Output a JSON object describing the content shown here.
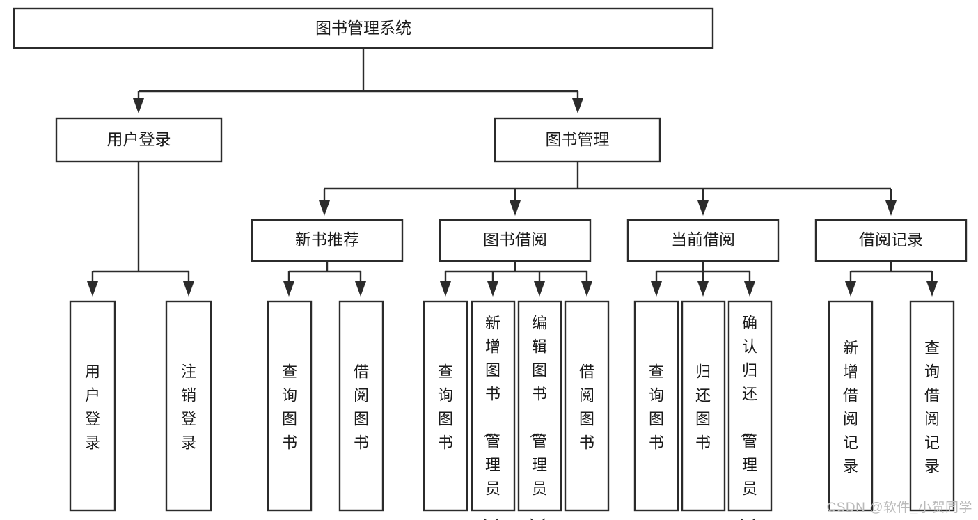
{
  "diagram": {
    "type": "hierarchy-tree",
    "title": "图书管理系统",
    "watermark": "CSDN @软件_小贺同学",
    "colors": {
      "stroke": "#2b2b2b",
      "fill": "#ffffff",
      "text": "#1a1a1a",
      "watermark": "#b9b9b9"
    },
    "root": {
      "label": "图书管理系统",
      "orientation": "horizontal"
    },
    "level2": [
      {
        "label": "用户登录",
        "orientation": "horizontal"
      },
      {
        "label": "图书管理",
        "orientation": "horizontal"
      }
    ],
    "level3": [
      {
        "label": "新书推荐",
        "orientation": "horizontal",
        "parent": "图书管理"
      },
      {
        "label": "图书借阅",
        "orientation": "horizontal",
        "parent": "图书管理"
      },
      {
        "label": "当前借阅",
        "orientation": "horizontal",
        "parent": "图书管理"
      },
      {
        "label": "借阅记录",
        "orientation": "horizontal",
        "parent": "图书管理"
      }
    ],
    "leaves": {
      "用户登录": [
        {
          "label": "用户登录",
          "orientation": "vertical"
        },
        {
          "label": "注销登录",
          "orientation": "vertical"
        }
      ],
      "新书推荐": [
        {
          "label": "查询图书",
          "orientation": "vertical"
        },
        {
          "label": "借阅图书",
          "orientation": "vertical"
        }
      ],
      "图书借阅": [
        {
          "label": "查询图书",
          "orientation": "vertical"
        },
        {
          "label": "新增图书（管理员）",
          "orientation": "vertical"
        },
        {
          "label": "编辑图书（管理员）",
          "orientation": "vertical"
        },
        {
          "label": "借阅图书",
          "orientation": "vertical"
        }
      ],
      "当前借阅": [
        {
          "label": "查询图书",
          "orientation": "vertical"
        },
        {
          "label": "归还图书",
          "orientation": "vertical"
        },
        {
          "label": "确认归还（管理员）",
          "orientation": "vertical"
        }
      ],
      "借阅记录": [
        {
          "label": "新增借阅记录",
          "orientation": "vertical"
        },
        {
          "label": "查询借阅记录",
          "orientation": "vertical"
        }
      ]
    }
  }
}
